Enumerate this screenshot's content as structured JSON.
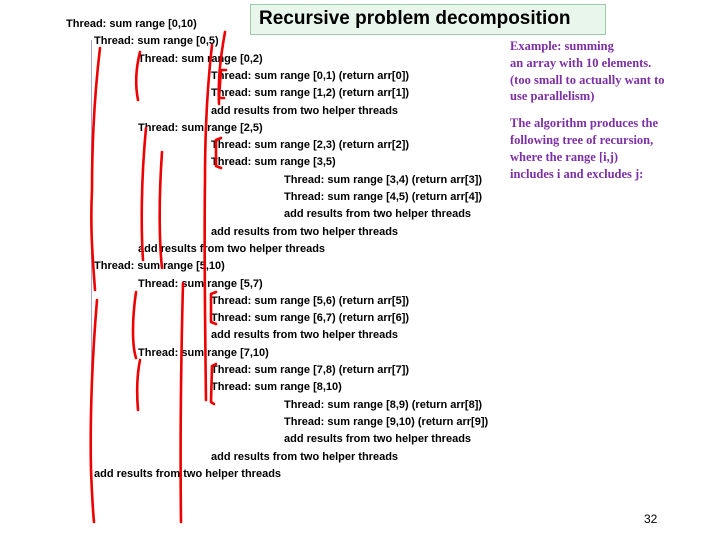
{
  "slide": {
    "title": "Recursive problem decomposition",
    "page_number": "32",
    "tree_lines": [
      {
        "text": "Thread: sum range [0,10)",
        "level": 0
      },
      {
        "text": "Thread: sum range [0,5)",
        "level": 1
      },
      {
        "text": "Thread: sum range [0,2)",
        "level": 2
      },
      {
        "text": "Thread: sum range [0,1) (return arr[0])",
        "level": 3
      },
      {
        "text": "Thread: sum range [1,2) (return arr[1])",
        "level": 3
      },
      {
        "text": "add results from two helper threads",
        "level": 3
      },
      {
        "text": "Thread: sum range [2,5)",
        "level": 2
      },
      {
        "text": "Thread: sum range [2,3) (return arr[2])",
        "level": 3
      },
      {
        "text": "Thread: sum range [3,5)",
        "level": 3
      },
      {
        "text": "Thread: sum range [3,4) (return arr[3])",
        "level": 4
      },
      {
        "text": "Thread: sum range [4,5) (return arr[4])",
        "level": 4
      },
      {
        "text": "add results from two helper threads",
        "level": 4
      },
      {
        "text": "add results from two helper threads",
        "level": 3
      },
      {
        "text": "add results from two helper threads",
        "level": 2
      },
      {
        "text": "Thread: sum range [5,10)",
        "level": 1
      },
      {
        "text": "Thread: sum range [5,7)",
        "level": 2
      },
      {
        "text": "Thread: sum range [5,6) (return arr[5])",
        "level": 3
      },
      {
        "text": "Thread: sum range [6,7) (return arr[6])",
        "level": 3
      },
      {
        "text": "add results from two helper threads",
        "level": 3
      },
      {
        "text": "Thread: sum range [7,10)",
        "level": 2
      },
      {
        "text": "Thread: sum range [7,8) (return arr[7])",
        "level": 3
      },
      {
        "text": "Thread: sum range [8,10)",
        "level": 3
      },
      {
        "text": "Thread: sum range [8,9) (return arr[8])",
        "level": 4
      },
      {
        "text": "Thread: sum range [9,10) (return arr[9])",
        "level": 4
      },
      {
        "text": "add results from two helper threads",
        "level": 4
      },
      {
        "text": "add results from two helper threads",
        "level": 3
      },
      {
        "text": "add results from two helper threads",
        "level": 1
      }
    ],
    "notes": [
      "Example: summing\nan array with 10 elements.\n (too small to actually want to\nuse parallelism)",
      "The algorithm produces the\nfollowing tree of recursion,\nwhere the range  [i,j)\nincludes i and excludes j:"
    ],
    "colors": {
      "title_bg": "#e9f6ec",
      "note_text": "#7d2fa6",
      "annotation_ink": "#ee0000",
      "guide_line": "#a9a3d6"
    }
  }
}
